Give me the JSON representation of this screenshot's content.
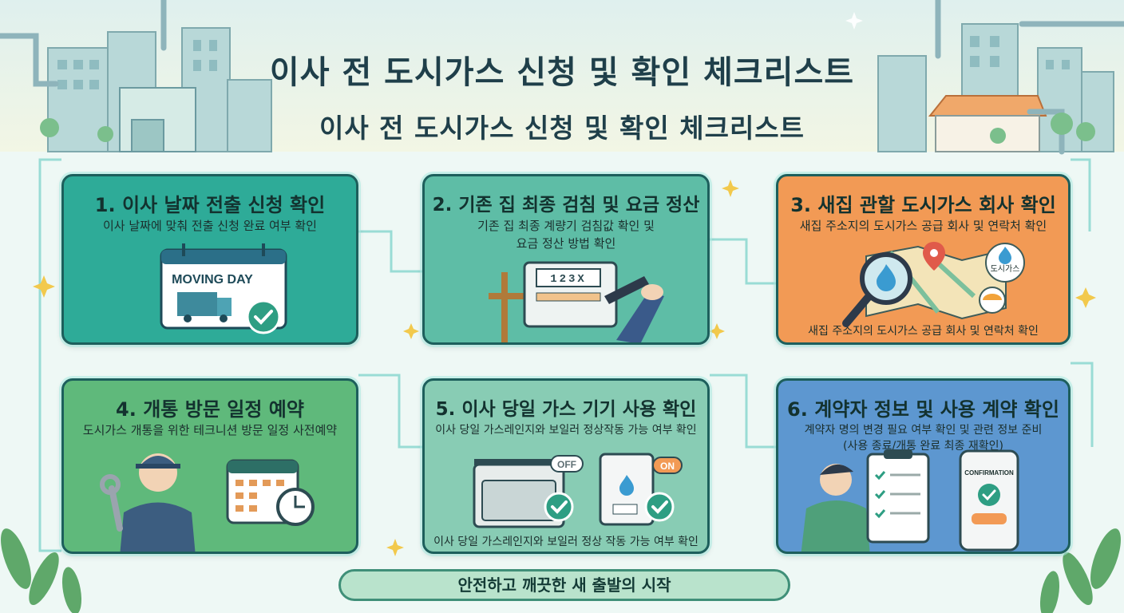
{
  "header": {
    "title": "이사 전 도시가스 신청 및 확인 체크리스트",
    "subtitle": "이사 전 도시가스 신청 및 확인 체크리스트"
  },
  "cards": [
    {
      "title": "1. 이사 날짜 전출 신청 확인",
      "desc": "이사 날짜에 맞춰 전출 신청 완료 여부 확인",
      "badge": "MOVING DAY"
    },
    {
      "title": "2. 기존 집 최종 검침 및 요금 정산",
      "desc": "기존 집 최종 계량기 검침값 확인 및",
      "desc2": "요금 정산 방법 확인",
      "meter": "123X"
    },
    {
      "title": "3. 새집 관할 도시가스 회사 확인",
      "desc": "새집 주소지의 도시가스 공급 회사 및 연락처 확인",
      "desc2": "새집 주소지의 도시가스 공급 회사 및 연락처 확인",
      "company_label": "도시가스"
    },
    {
      "title": "4. 개통 방문 일정 예약",
      "desc": "도시가스 개통을 위한 테크니션 방문 일정 사전예약"
    },
    {
      "title": "5. 이사 당일 가스 기기 사용 확인",
      "desc": "이사 당일 가스레인지와 보일러 정상작동 가능 여부 확인",
      "desc2": "이사 당일 가스레인지와 보일러 정상 작동 가능 여부 확인",
      "off_label": "OFF",
      "on_label": "ON"
    },
    {
      "title": "6. 계약자 정보 및 사용 계약 확인",
      "desc": "계약자 명의 변경 필요 여부 확인 및 관련 정보 준비",
      "desc2": "(사용 종료/개통 완료 최종 재확인)",
      "phone_label": "CONFIRMATION"
    }
  ],
  "footer": {
    "text": "안전하고 깨끗한 새 출발의 시작"
  },
  "colors": {
    "card1": "#2eab98",
    "card2": "#5ebda6",
    "card3": "#f29a55",
    "card4": "#5fb97b",
    "card5": "#88ccb4",
    "card6": "#5d97d0",
    "check": "#2e9e83",
    "title": "#1f3f4a"
  }
}
